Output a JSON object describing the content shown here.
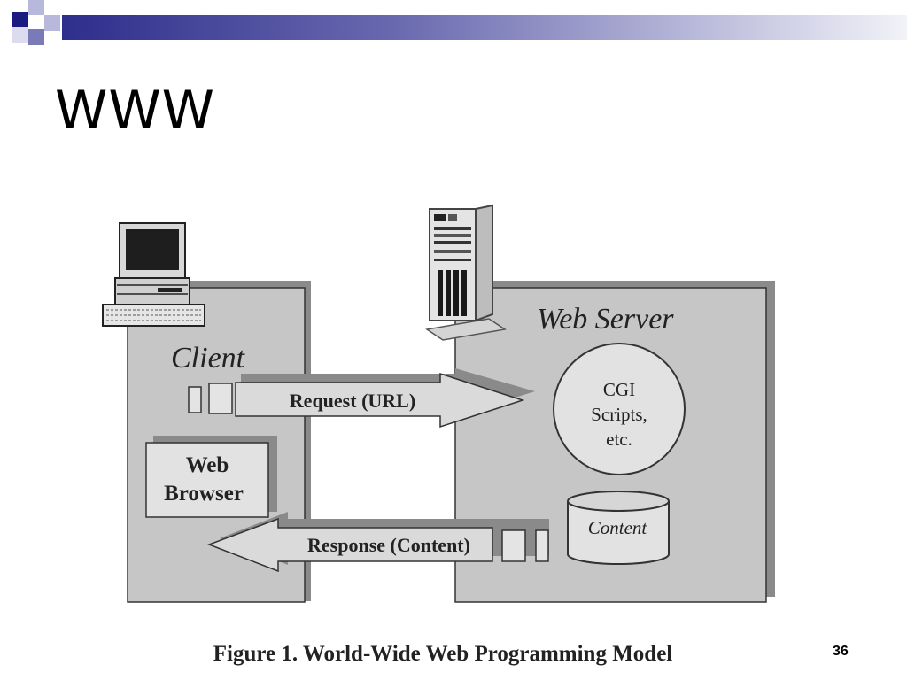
{
  "slide": {
    "title": "WWW",
    "number": "36"
  },
  "figure": {
    "client_label": "Client",
    "web_browser_line1": "Web",
    "web_browser_line2": "Browser",
    "server_label": "Web Server",
    "request_label": "Request (URL)",
    "response_label": "Response (Content)",
    "cgi_line1": "CGI",
    "cgi_line2": "Scripts,",
    "cgi_line3": "etc.",
    "content_label": "Content",
    "caption": "Figure 1.  World-Wide Web Programming Model"
  },
  "colors": {
    "header_bar_dark": "#2e2e8c",
    "box_fill": "#c6c6c6",
    "box_shadow": "#8a8a8a"
  }
}
